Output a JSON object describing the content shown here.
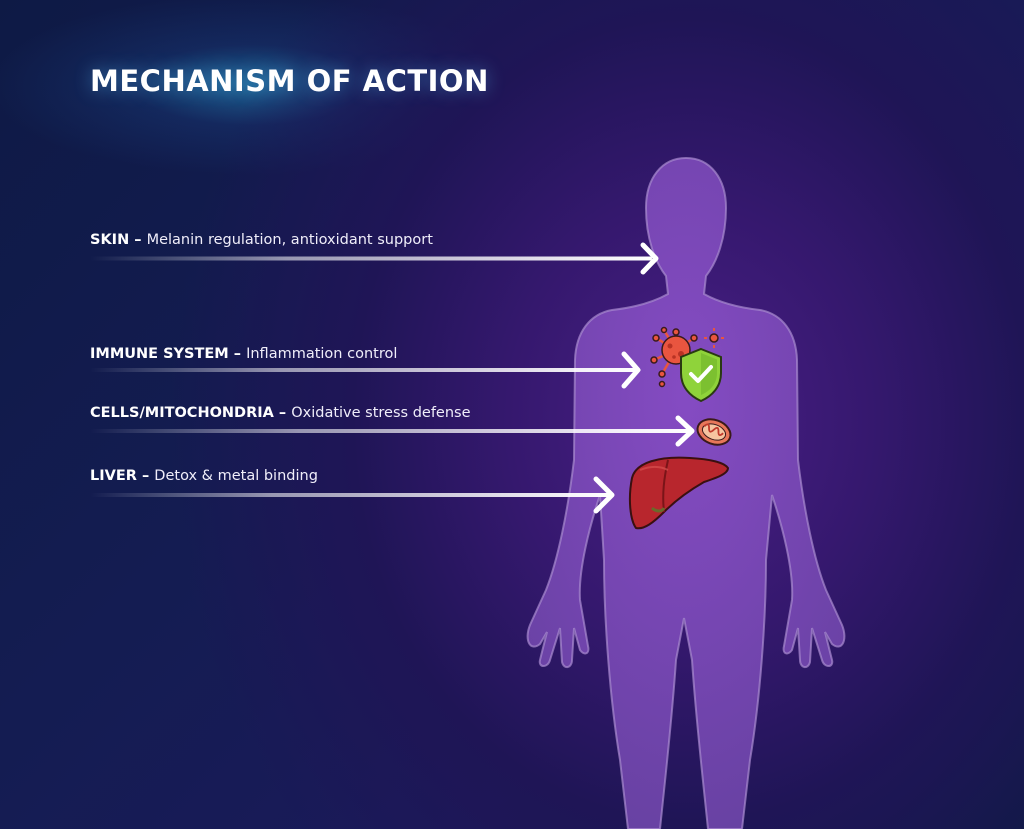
{
  "title": "MECHANISM OF ACTION",
  "items": [
    {
      "head": "SKIN",
      "separator": " – ",
      "desc": "Melanin regulation, antioxidant support"
    },
    {
      "head": "IMMUNE SYSTEM",
      "separator": " – ",
      "desc": "Inflammation control"
    },
    {
      "head": "CELLS/MITOCHONDRIA",
      "separator": " – ",
      "desc": "Oxidative stress defense"
    },
    {
      "head": "LIVER",
      "separator": " – ",
      "desc": "Detox & metal binding"
    }
  ],
  "icons": {
    "body": "human-body-silhouette",
    "virus": "virus-icon",
    "shield": "shield-check-icon",
    "mitochondria": "mitochondria-icon",
    "liver": "liver-icon"
  },
  "colors": {
    "body": "#7e4bb8",
    "shield": "#8fd33a",
    "virus": "#e9553f",
    "liver": "#b8262d"
  }
}
